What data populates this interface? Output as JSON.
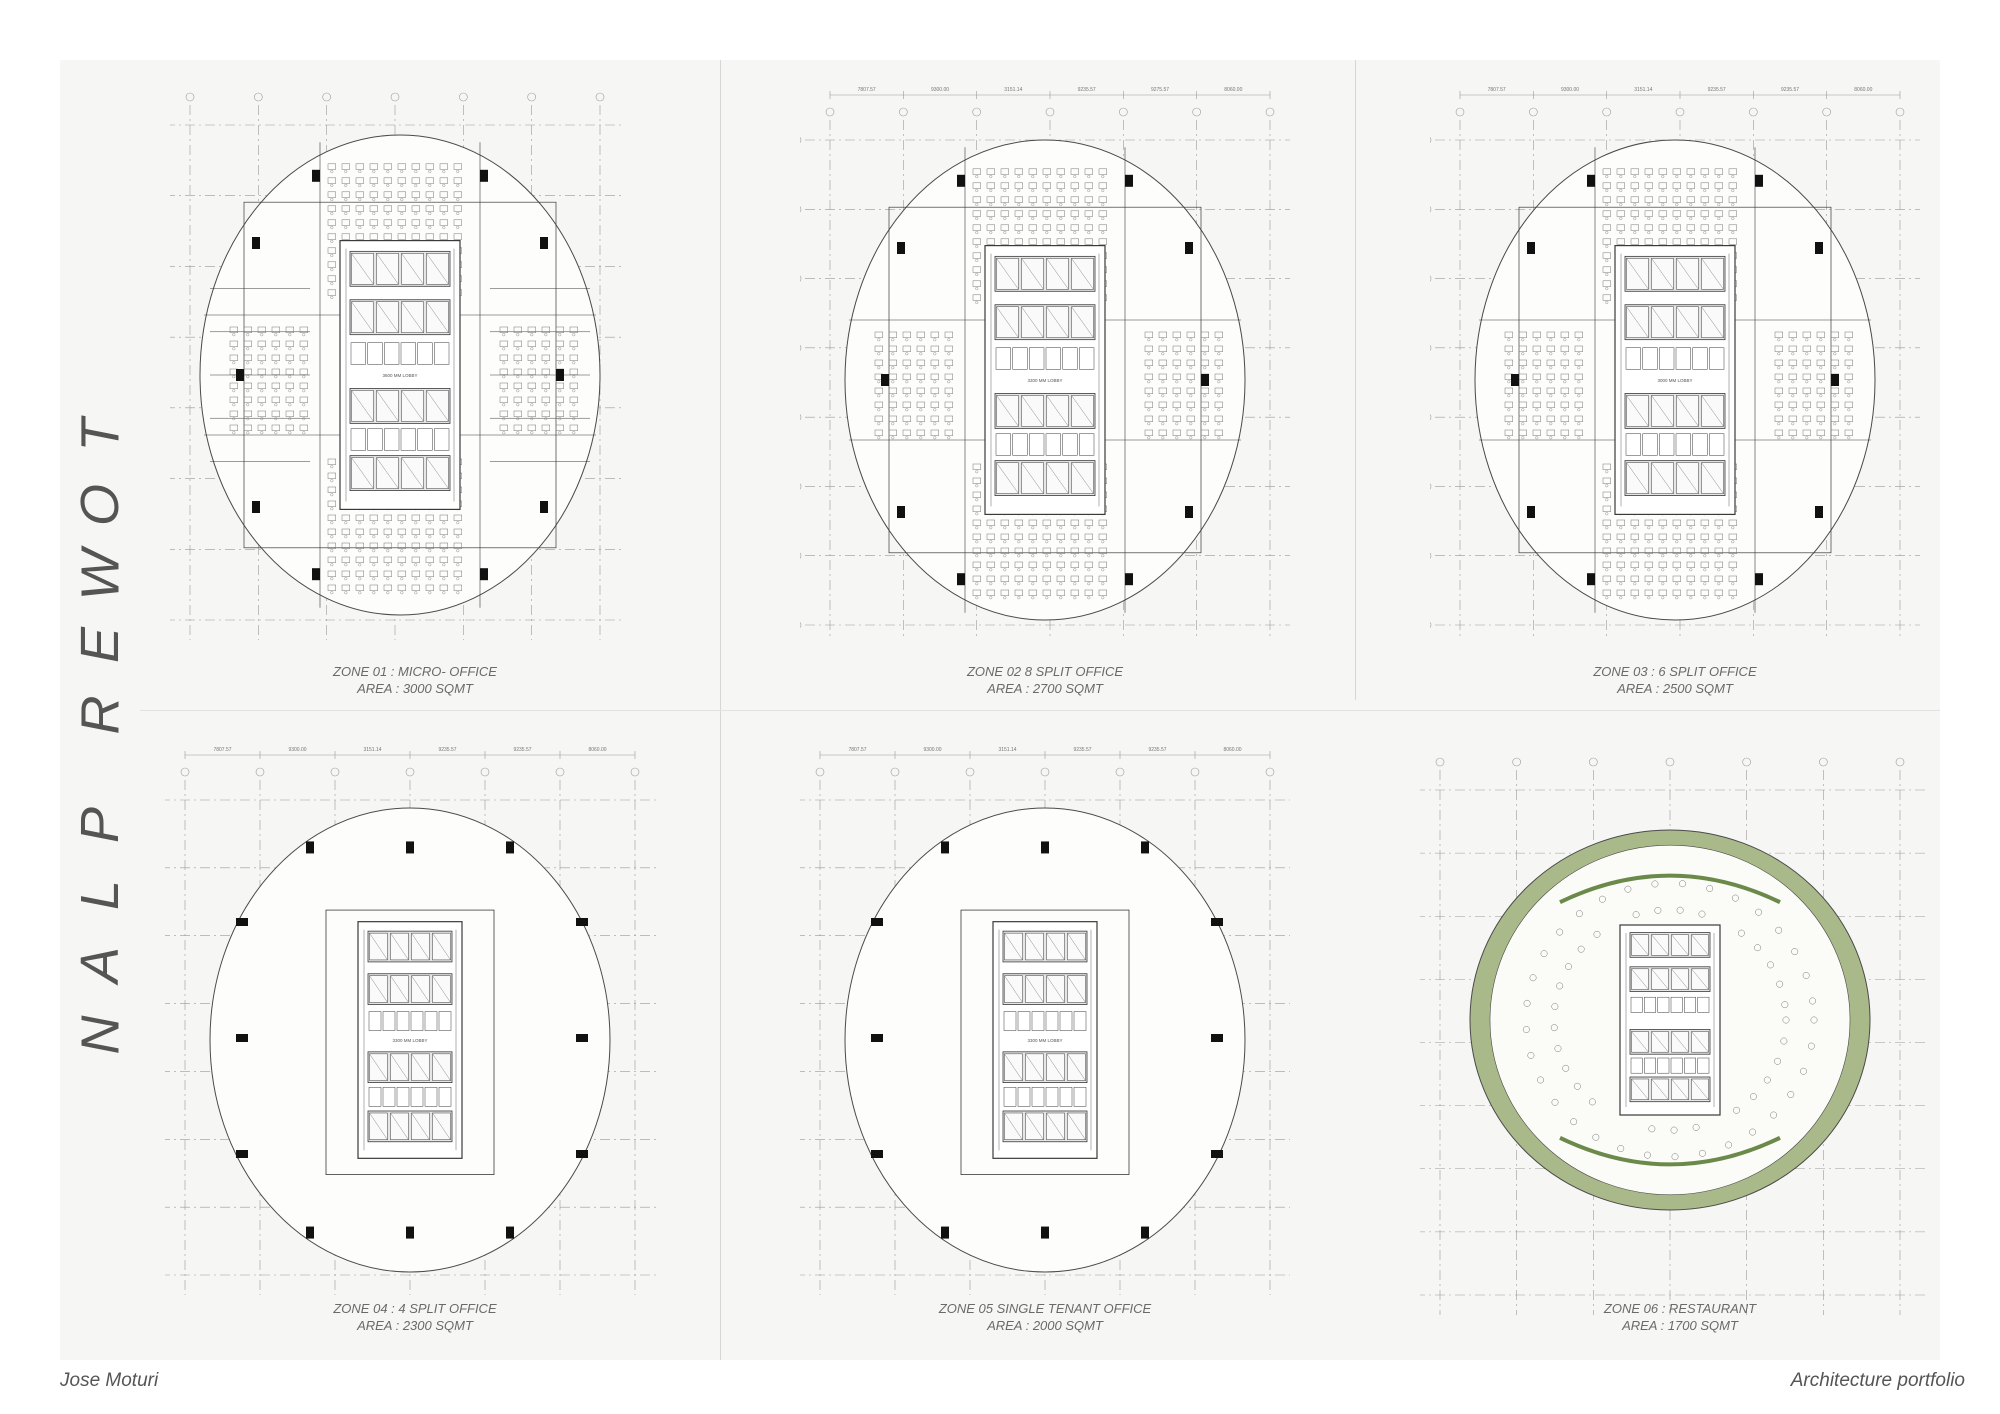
{
  "title_letters": [
    "T",
    "O",
    "W",
    "E",
    "R",
    " ",
    "P",
    "L",
    "A",
    "N"
  ],
  "zones": [
    {
      "id": "zone-01",
      "name": "ZONE 01 : MICRO- OFFICE",
      "area": "AREA : 3000 SQMT",
      "plan": "micro",
      "dims": [],
      "lobby": "3600 MM LOBBY"
    },
    {
      "id": "zone-02",
      "name": "ZONE 02 8 SPLIT OFFICE",
      "area": "AREA : 2700 SQMT",
      "plan": "split8",
      "dims": [
        "7807.57",
        "9300.00",
        "3151.14",
        "9235.57",
        "9275.57",
        "8060.00"
      ],
      "lobby": "3300 MM LOBBY"
    },
    {
      "id": "zone-03",
      "name": "ZONE 03 : 6 SPLIT OFFICE",
      "area": "AREA : 2500 SQMT",
      "plan": "split6",
      "dims": [
        "7807.57",
        "9300.00",
        "3151.14",
        "9235.57",
        "9235.57",
        "8060.00"
      ],
      "lobby": "3000 MM LOBBY"
    },
    {
      "id": "zone-04",
      "name": "ZONE 04 : 4 SPLIT OFFICE",
      "area": "AREA : 2300 SQMT",
      "plan": "core",
      "dims": [
        "7807.57",
        "9300.00",
        "3151.14",
        "9235.57",
        "9235.57",
        "8060.00"
      ],
      "lobby": "3300 MM LOBBY"
    },
    {
      "id": "zone-05",
      "name": "ZONE 05 SINGLE TENANT OFFICE",
      "area": "AREA : 2000 SQMT",
      "plan": "core",
      "dims": [
        "7807.57",
        "9300.00",
        "3151.14",
        "9235.57",
        "9235.57",
        "8060.00"
      ],
      "lobby": "3300 MM LOBBY"
    },
    {
      "id": "zone-06",
      "name": "ZONE 06 : RESTAURANT",
      "area": "AREA : 1700 SQMT",
      "plan": "restaurant",
      "dims": [],
      "lobby": ""
    }
  ],
  "footer": {
    "author": "Jose Moturi",
    "subtitle": "Architecture portfolio"
  },
  "colors": {
    "line": "#4a4a4a",
    "grid": "#9a9a9a",
    "wall": "#3a3a3a",
    "column": "#111111",
    "garden": "#a9b98a",
    "paper": "#f6f6f4"
  }
}
